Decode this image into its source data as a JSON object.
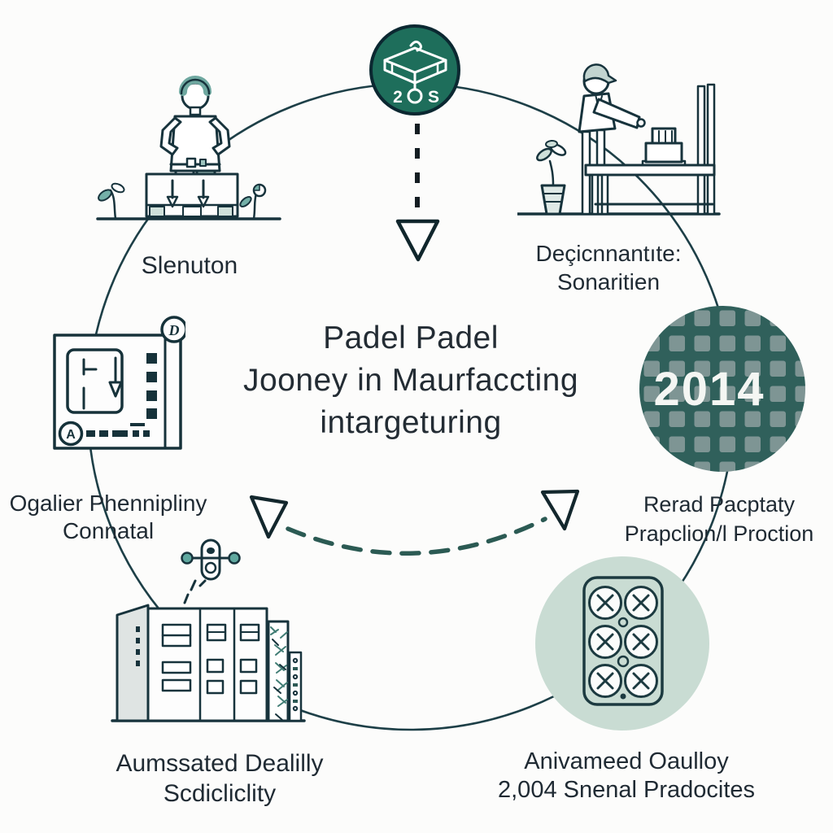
{
  "title": {
    "line1": "Padel Padel",
    "line2": "Jooney in Maurfaccting",
    "line3": "intargeturing"
  },
  "stages": {
    "selection": {
      "label": "Slenuton"
    },
    "documentation": {
      "label_line1": "Deçicnnantıte:",
      "label_line2": "Sonaritien"
    },
    "planning": {
      "label_line1": "Ogalier Phennipliny",
      "label_line2": "Connatal"
    },
    "production": {
      "year": "2014",
      "label_line1": "Rerad Pacptaty",
      "label_line2": "Prapclion/l Proction"
    },
    "facility": {
      "label_line1": "Aumssated Dealilly",
      "label_line2": "Scdicliclity"
    },
    "products": {
      "label_line1": "Anivameed Oaulloy",
      "label_line2": "2,004 Snenal Pradocites"
    }
  },
  "top_icon": {
    "left_char": "2",
    "right_char": "S"
  },
  "diagram_icon": {
    "corner_badge": "D",
    "bottom_badge": "A"
  },
  "colors": {
    "accent_dark_green": "#1e6e5b",
    "accent_teal": "#5fa89f",
    "outline_dark": "#17333c",
    "dash_arrow_green": "#2b5a53",
    "year_circle_base": "#30605b",
    "year_circle_square": "#7e9594",
    "light_circle": "#c9dcd3",
    "background": "#fcfcfb"
  }
}
